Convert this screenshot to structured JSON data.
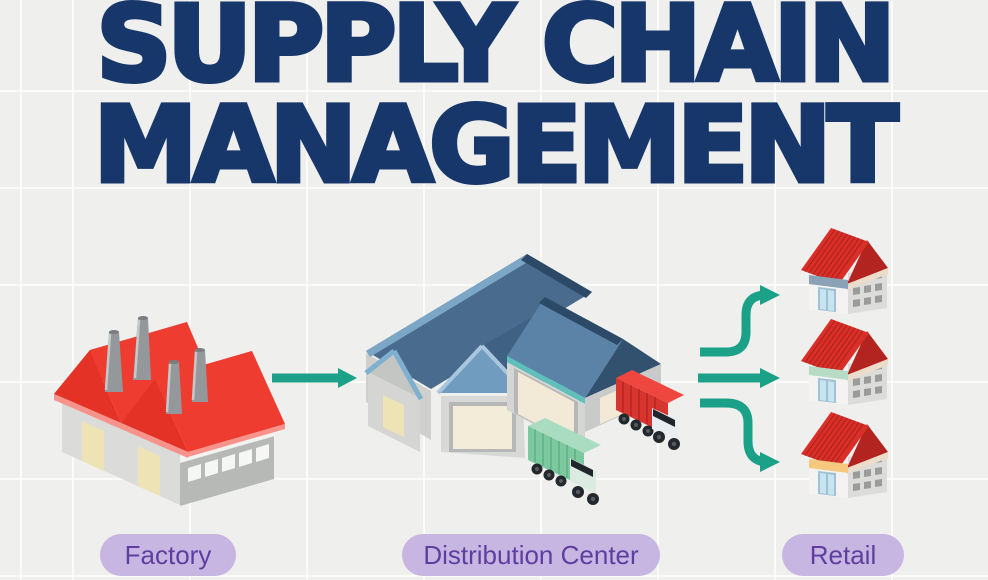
{
  "title": {
    "line1": "SUPPLY CHAIN",
    "line2": "MANAGEMENT"
  },
  "stages": [
    {
      "id": "factory",
      "label": "Factory",
      "icon": "factory-icon"
    },
    {
      "id": "distribution-center",
      "label": "Distribution Center",
      "icon": "warehouse-icon"
    },
    {
      "id": "retail",
      "label": "Retail",
      "icon": "store-icon"
    }
  ],
  "flow_arrows": [
    "factory-to-distribution",
    "distribution-to-retail-top",
    "distribution-to-retail-middle",
    "distribution-to-retail-bottom"
  ],
  "palette": {
    "background": "#efefed",
    "grid_line": "#fbfbf9",
    "title_text": "#17376b",
    "arrow_green": "#1CA189",
    "pill_background": "#c7b5e2",
    "pill_text": "#5e3f9f",
    "factory_roof_red": "#ee3c30",
    "warehouse_roof_slate": "#486b8e",
    "warehouse_roof_blue": "#5b83a8",
    "warehouse_door_cream": "#f2ead6",
    "teal_trim": "#5fc0bb",
    "retail_roof_red": "#da2f28",
    "retail_awning_top": "#8ba1b5",
    "retail_awning_middle": "#b7dcc6",
    "retail_awning_bottom": "#f6c87d",
    "truck_container_green": "#7cc9a0",
    "truck_container_red": "#d63530"
  }
}
